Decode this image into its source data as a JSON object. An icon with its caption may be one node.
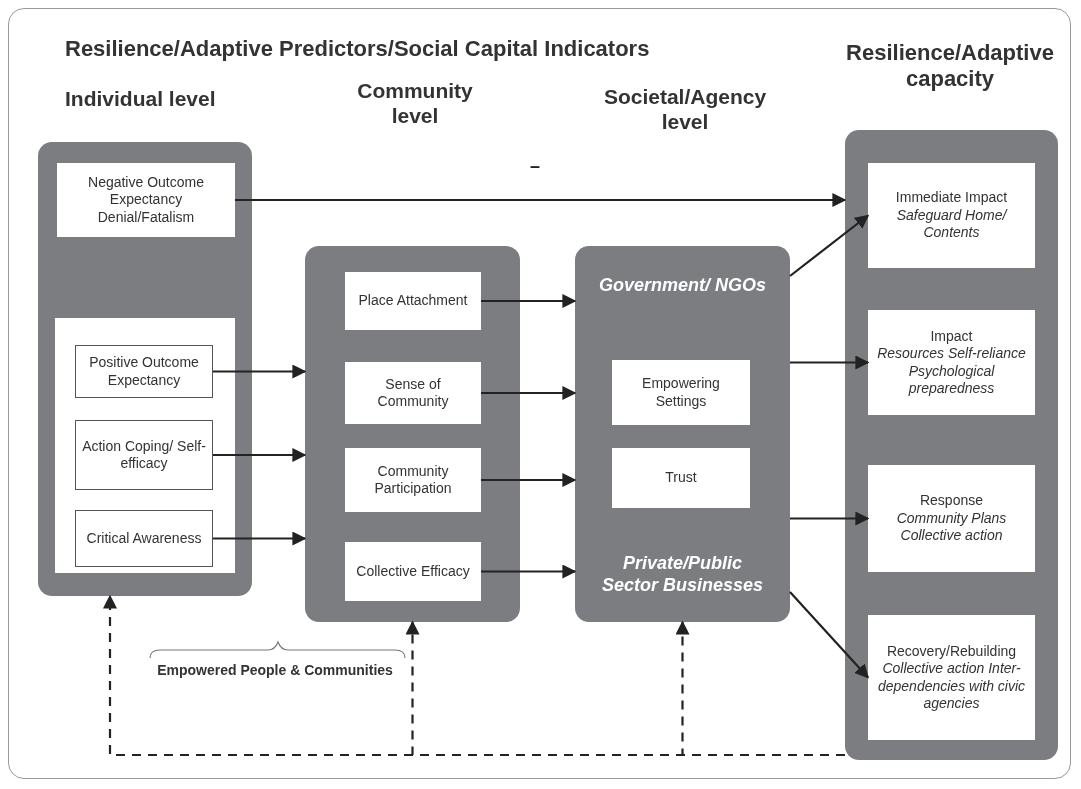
{
  "diagram": {
    "title": "Resilience/Adaptive Predictors/Social Capital Indicators",
    "nodes": [
      {
        "text": [],
        "shape": "box"
      },
      {
        "text": [
          "Negative Outcome Expectancy Denial/Fatalism"
        ],
        "in": 0
      },
      {
        "text": [],
        "shape": "box",
        "in": 0
      },
      {
        "text": [
          "Positive Outcome Expectancy"
        ],
        "in": 2
      },
      {
        "text": [
          "Action Coping/ Self-efficacy"
        ],
        "in": 2
      },
      {
        "text": [
          "Critical Awareness"
        ],
        "in": 2
      },
      {
        "text": [],
        "shape": "box"
      },
      {
        "text": [
          "Place Attachment"
        ],
        "in": 6
      },
      {
        "text": [
          "Sense of Community"
        ],
        "in": 6
      },
      {
        "text": [
          "Community Participation"
        ],
        "in": 6
      },
      {
        "text": [
          "Collective Efficacy"
        ],
        "in": 6
      },
      {
        "text": [
          "Government/ NGOs",
          "Private/Public Sector Businesses"
        ]
      },
      {
        "text": [
          "Empowering Settings"
        ],
        "in": 11
      },
      {
        "text": [
          "Trust"
        ],
        "in": 11
      },
      {
        "text": [],
        "shape": "box"
      },
      {
        "text": [
          "Immediate Impact",
          "Safeguard Home/ Contents"
        ],
        "in": 14
      },
      {
        "text": [
          "Impact",
          "Resources Self-reliance Psychological preparedness"
        ],
        "in": 14
      },
      {
        "text": [
          "Response",
          "Community Plans Collective action"
        ],
        "in": 14
      },
      {
        "text": [
          "Recovery/Rebuilding",
          "Collective action Inter-dependencies with civic agencies"
        ],
        "in": 14
      }
    ],
    "edges": [
      {
        "from": 1,
        "to": 14,
        "arrow": "to",
        "label": "–"
      },
      {
        "from": 3,
        "to": 6,
        "arrow": "to"
      },
      {
        "from": 4,
        "to": 6,
        "arrow": "to"
      },
      {
        "from": 5,
        "to": 6,
        "arrow": "to"
      },
      {
        "from": 7,
        "to": 11,
        "arrow": "to"
      },
      {
        "from": 8,
        "to": 11,
        "arrow": "to"
      },
      {
        "from": 9,
        "to": 11,
        "arrow": "to"
      },
      {
        "from": 10,
        "to": 11,
        "arrow": "to"
      },
      {
        "from": 11,
        "to": 15,
        "arrow": "to"
      },
      {
        "from": 11,
        "to": 16,
        "arrow": "to"
      },
      {
        "from": 11,
        "to": 17,
        "arrow": "to"
      },
      {
        "from": 11,
        "to": 18,
        "arrow": "to"
      },
      {
        "from": 14,
        "to": 11,
        "arrow": "to",
        "style": "dashed"
      },
      {
        "from": 14,
        "to": 6,
        "arrow": "to",
        "style": "dashed"
      },
      {
        "from": 14,
        "to": 0,
        "arrow": "to",
        "style": "dashed"
      }
    ],
    "labels": [
      "Resilience/Adaptive capacity",
      "Individual level",
      "Community level",
      "Societal/Agency level",
      "Empowered People & Communities"
    ]
  }
}
